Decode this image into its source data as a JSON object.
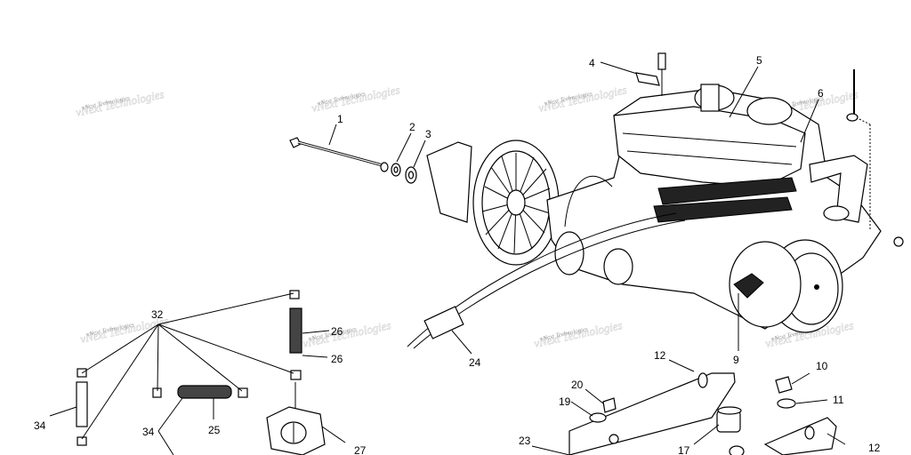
{
  "diagram": {
    "watermark_text": "vNext Technologies",
    "callouts": [
      "1",
      "2",
      "3",
      "4",
      "5",
      "6",
      "9",
      "10",
      "11",
      "12",
      "12",
      "17",
      "19",
      "20",
      "23",
      "24",
      "25",
      "26",
      "26",
      "27",
      "32",
      "34",
      "34"
    ]
  }
}
